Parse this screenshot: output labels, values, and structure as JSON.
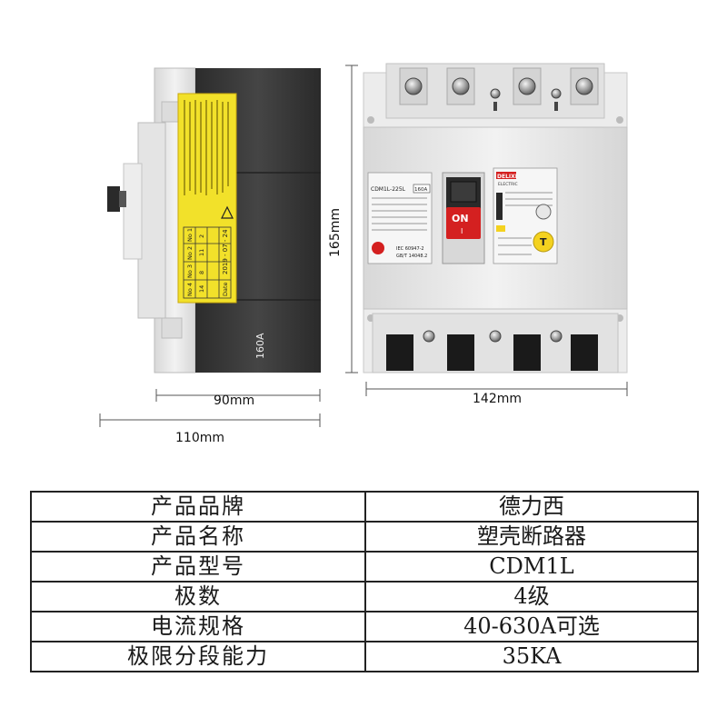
{
  "figure": {
    "side_view": {
      "rating_label": "160A",
      "warning_label": {
        "signature_table": {
          "row_numbers": [
            "No 1",
            "No 2",
            "No 3",
            "No 4"
          ],
          "row_values": [
            "2",
            "11",
            "8",
            "14"
          ],
          "date": "2019 - 07 - 24",
          "date_label": "Date"
        }
      }
    },
    "front_view": {
      "brand_badge": "DELIXI",
      "brand_sub": "ELECTRIC",
      "model_label": "CDM1L-225L",
      "rating_badge": "160A",
      "on_button": "ON",
      "on_sub": "I",
      "test_button": "T",
      "standard_line_1": "IEC 60947-2",
      "standard_line_2": "GB/T 14048.2"
    },
    "dimensions": {
      "depth_inner": "90mm",
      "depth_outer": "110mm",
      "height": "165mm",
      "width": "142mm"
    }
  },
  "specs": {
    "rows": [
      {
        "label": "产品品牌",
        "value": "德力西"
      },
      {
        "label": "产品名称",
        "value": "塑壳断路器"
      },
      {
        "label": "产品型号",
        "value": "CDM1L"
      },
      {
        "label": "极数",
        "value": "4级"
      },
      {
        "label": "电流规格",
        "value": "40-630A可选"
      },
      {
        "label": "极限分段能力",
        "value": "35KA"
      }
    ]
  },
  "colors": {
    "body_grey": "#e9e9e9",
    "dark_panel": "#3a3a3a",
    "warning_yellow": "#f2e12a",
    "on_button_red": "#d42020",
    "test_yellow": "#f4d21f",
    "dimension_line": "#555555"
  }
}
